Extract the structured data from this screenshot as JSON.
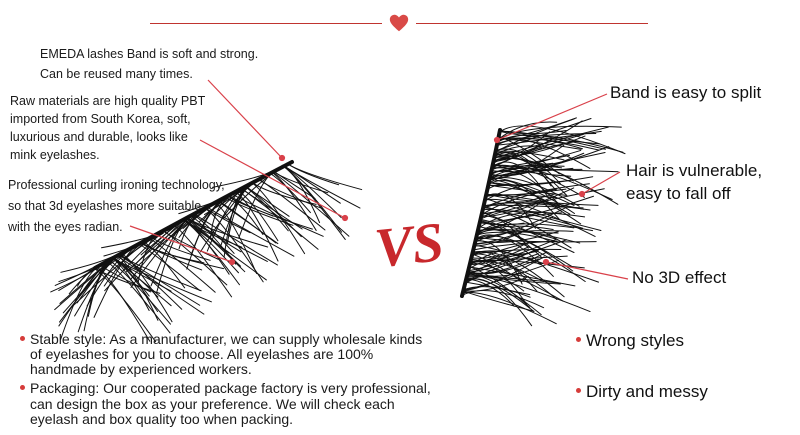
{
  "colors": {
    "accent": "#c0342f",
    "vs": "#c8282c",
    "pointer": "#d9414a"
  },
  "left_notes": [
    "EMEDA lashes Band is soft and strong.",
    "Can be reused many times.",
    "Raw materials are high quality PBT",
    "imported from South Korea, soft,",
    "luxurious and durable, looks like",
    "mink eyelashes.",
    "Professional curling ironing technology,",
    "so that 3d eyelashes more suitable",
    "with the eyes radian."
  ],
  "vs_label": "VS",
  "right_callouts": [
    "Band is easy to split",
    "Hair is vulnerable,",
    "easy to fall off",
    "No 3D effect"
  ],
  "bottom_left": [
    "Stable style: As a manufacturer, we can supply wholesale kinds",
    "of  eyelashes for you to choose. All eyelashes are 100%",
    "handmade by experienced workers.",
    "Packaging: Our cooperated package factory is very professional,",
    "can design the box as your preference. We will check each",
    "eyelash and box quality too when packing."
  ],
  "bottom_right": [
    "Wrong styles",
    "Dirty and messy"
  ]
}
